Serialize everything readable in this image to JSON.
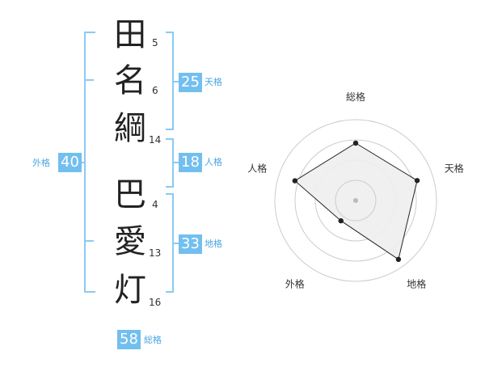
{
  "characters": [
    {
      "kanji": "田",
      "strokes": "5"
    },
    {
      "kanji": "名",
      "strokes": "6"
    },
    {
      "kanji": "綱",
      "strokes": "14"
    },
    {
      "kanji": "巴",
      "strokes": "4"
    },
    {
      "kanji": "愛",
      "strokes": "13"
    },
    {
      "kanji": "灯",
      "strokes": "16"
    }
  ],
  "fortunes": {
    "tenkaku": {
      "value": "25",
      "label": "天格"
    },
    "jinkaku": {
      "value": "18",
      "label": "人格"
    },
    "chikaku": {
      "value": "33",
      "label": "地格"
    },
    "gaikaku": {
      "value": "40",
      "label": "外格"
    },
    "soukaku": {
      "value": "58",
      "label": "総格"
    }
  },
  "colors": {
    "accent": "#72bfef",
    "bracket": "#8ccaf2",
    "radar_fill": "#eeeeee",
    "radar_line": "#222222"
  },
  "chart_data": {
    "type": "radar",
    "axes": [
      "総格",
      "天格",
      "地格",
      "外格",
      "人格"
    ],
    "values": [
      0.71,
      0.8,
      0.9,
      0.31,
      0.79
    ],
    "rlim": [
      0,
      1
    ],
    "rings": 4
  }
}
